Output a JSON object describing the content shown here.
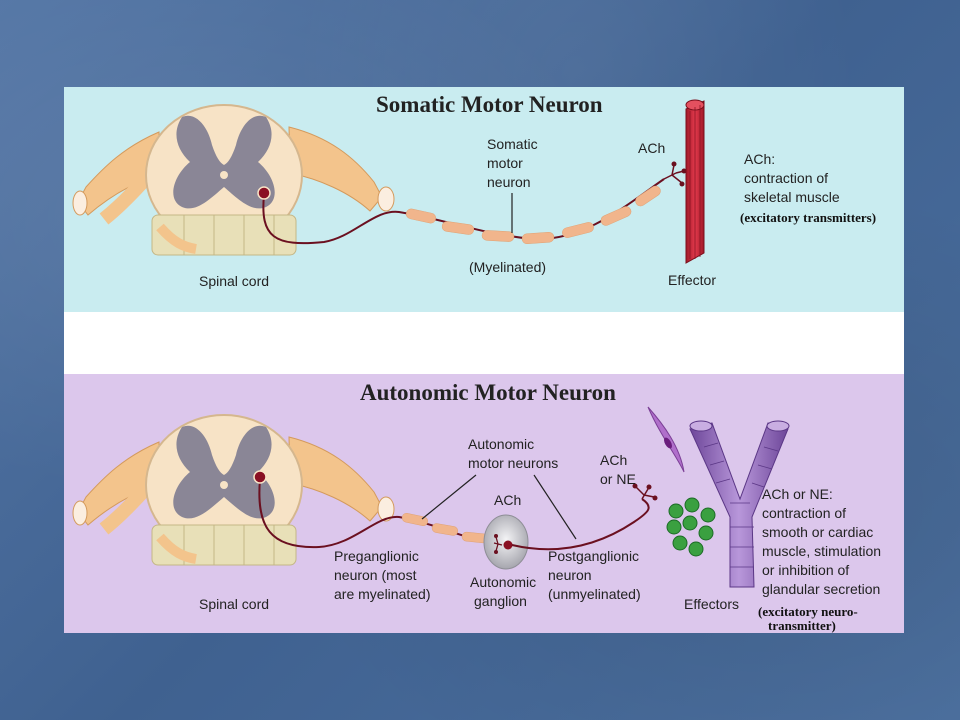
{
  "somatic": {
    "title": "Somatic Motor Neuron",
    "neuron_label": [
      "Somatic",
      "motor",
      "neuron"
    ],
    "myelinated": "(Myelinated)",
    "ach": "ACh",
    "spinal_cord": "Spinal cord",
    "effector": "Effector",
    "note": [
      "ACh:",
      "contraction of",
      "skeletal muscle"
    ],
    "transmitters": "(excitatory transmitters)"
  },
  "autonomic": {
    "title": "Autonomic Motor Neuron",
    "neurons_label": [
      "Autonomic",
      "motor neurons"
    ],
    "ach_or_ne": [
      "ACh",
      "or NE"
    ],
    "ganglion_ach": "ACh",
    "preganglionic": [
      "Preganglionic",
      "neuron (most",
      "are myelinated)"
    ],
    "ganglion": [
      "Autonomic",
      "ganglion"
    ],
    "postganglionic": [
      "Postganglionic",
      "neuron",
      "(unmyelinated)"
    ],
    "spinal_cord": "Spinal cord",
    "effectors": "Effectors",
    "note": [
      "ACh or NE:",
      "contraction of",
      "smooth or cardiac",
      "muscle, stimulation",
      "or inhibition of",
      "glandular secretion"
    ],
    "transmitters": [
      "(excitatory neuro-",
      "transmitter)"
    ]
  },
  "colors": {
    "slide_bg": "#4a6d9a",
    "somatic_panel": "#c9ecf0",
    "autonomic_panel": "#dcc7ec",
    "nerve": "#f3c48c",
    "gray_matter": "#8a8696",
    "axon": "#6b1020",
    "muscle": "#c8243a",
    "vessel": "#8a63b5",
    "gland": "#3aa040"
  }
}
